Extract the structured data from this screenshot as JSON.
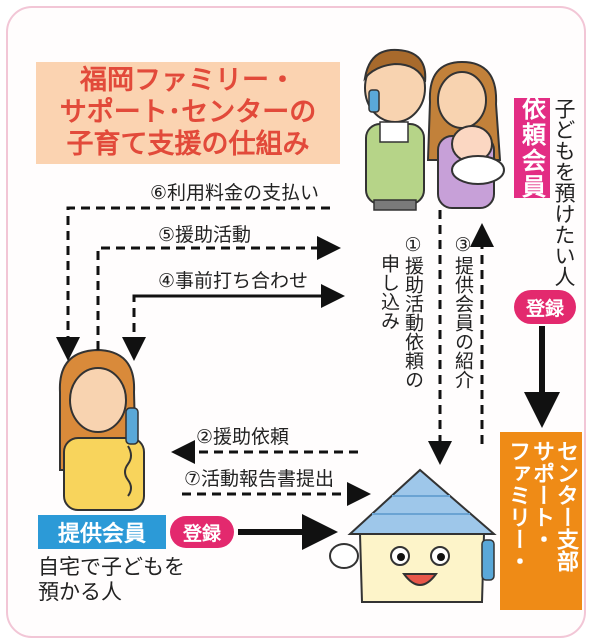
{
  "title": {
    "line1": "福岡ファミリー・",
    "line2": "サポート･センターの",
    "line3": "子育て支援の仕組み"
  },
  "requester": {
    "tag": "依頼会員",
    "description": "子どもを預けたい人",
    "badge": "登録"
  },
  "provider": {
    "tag": "提供会員",
    "desc_line1": "自宅で子どもを",
    "desc_line2": "預かる人",
    "badge": "登録"
  },
  "center": {
    "col1": "ファミリー・",
    "col2": "サポート・",
    "col3": "センター支部"
  },
  "flows": {
    "f1": "①援助活動依頼の",
    "f1b": "申し込み",
    "f2": "②援助依頼",
    "f3": "③提供会員の紹介",
    "f4": "④事前打ち合わせ",
    "f5": "⑤援助活動",
    "f6": "⑥利用料金の支払い",
    "f7": "⑦活動報告書提出"
  },
  "colors": {
    "title_bg": "#fbd3b1",
    "title_text": "#e24a3a",
    "requester_tag": "#e32d84",
    "provider_tag": "#2c9ad7",
    "center_box": "#ef8b16",
    "badge": "#e3296e",
    "frame": "#f2c6d6"
  }
}
